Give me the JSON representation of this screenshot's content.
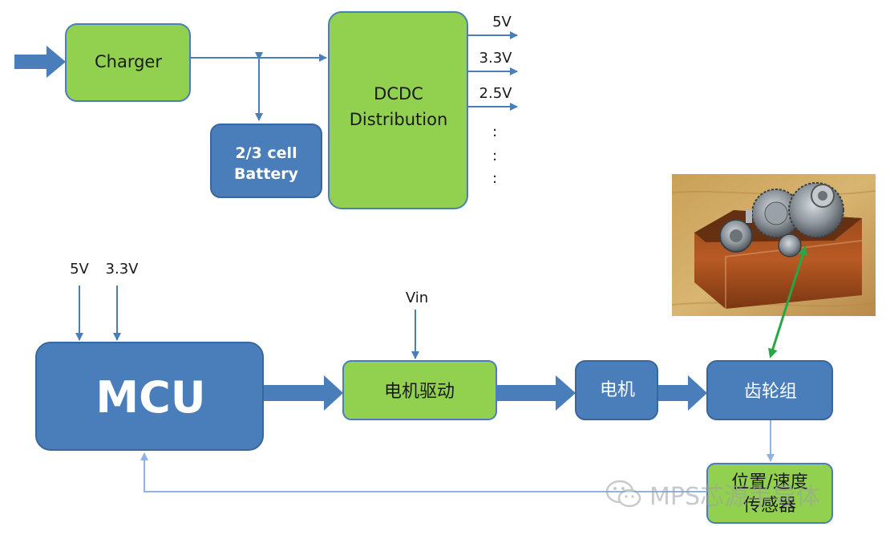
{
  "colors": {
    "green_fill": "#92d050",
    "green_stroke": "#4f7fb8",
    "blue_fill": "#4a7ebb",
    "blue_stroke": "#3a669c",
    "line": "#4a7ebb",
    "feedback_line": "#8eb4e3",
    "photo_arrow": "#27a644"
  },
  "power": {
    "charger": "Charger",
    "battery_line1": "2/3 cell",
    "battery_line2": "Battery",
    "dcdc_line1": "DCDC",
    "dcdc_line2": "Distribution",
    "outputs": [
      "5V",
      "3.3V",
      "2.5V"
    ],
    "ellipsis": ":"
  },
  "control": {
    "mcu_inputs": [
      "5V",
      "3.3V"
    ],
    "mcu": "MCU",
    "vin": "Vin",
    "motor_driver": "电机驱动",
    "motor": "电机",
    "gear_set": "齿轮组",
    "sensor_line1": "位置/速度",
    "sensor_line2": "传感器"
  },
  "photo": {
    "subject": "servo-gearbox-photo"
  },
  "watermark": {
    "text": "MPS芯源半导体",
    "icon": "wechat-icon"
  }
}
